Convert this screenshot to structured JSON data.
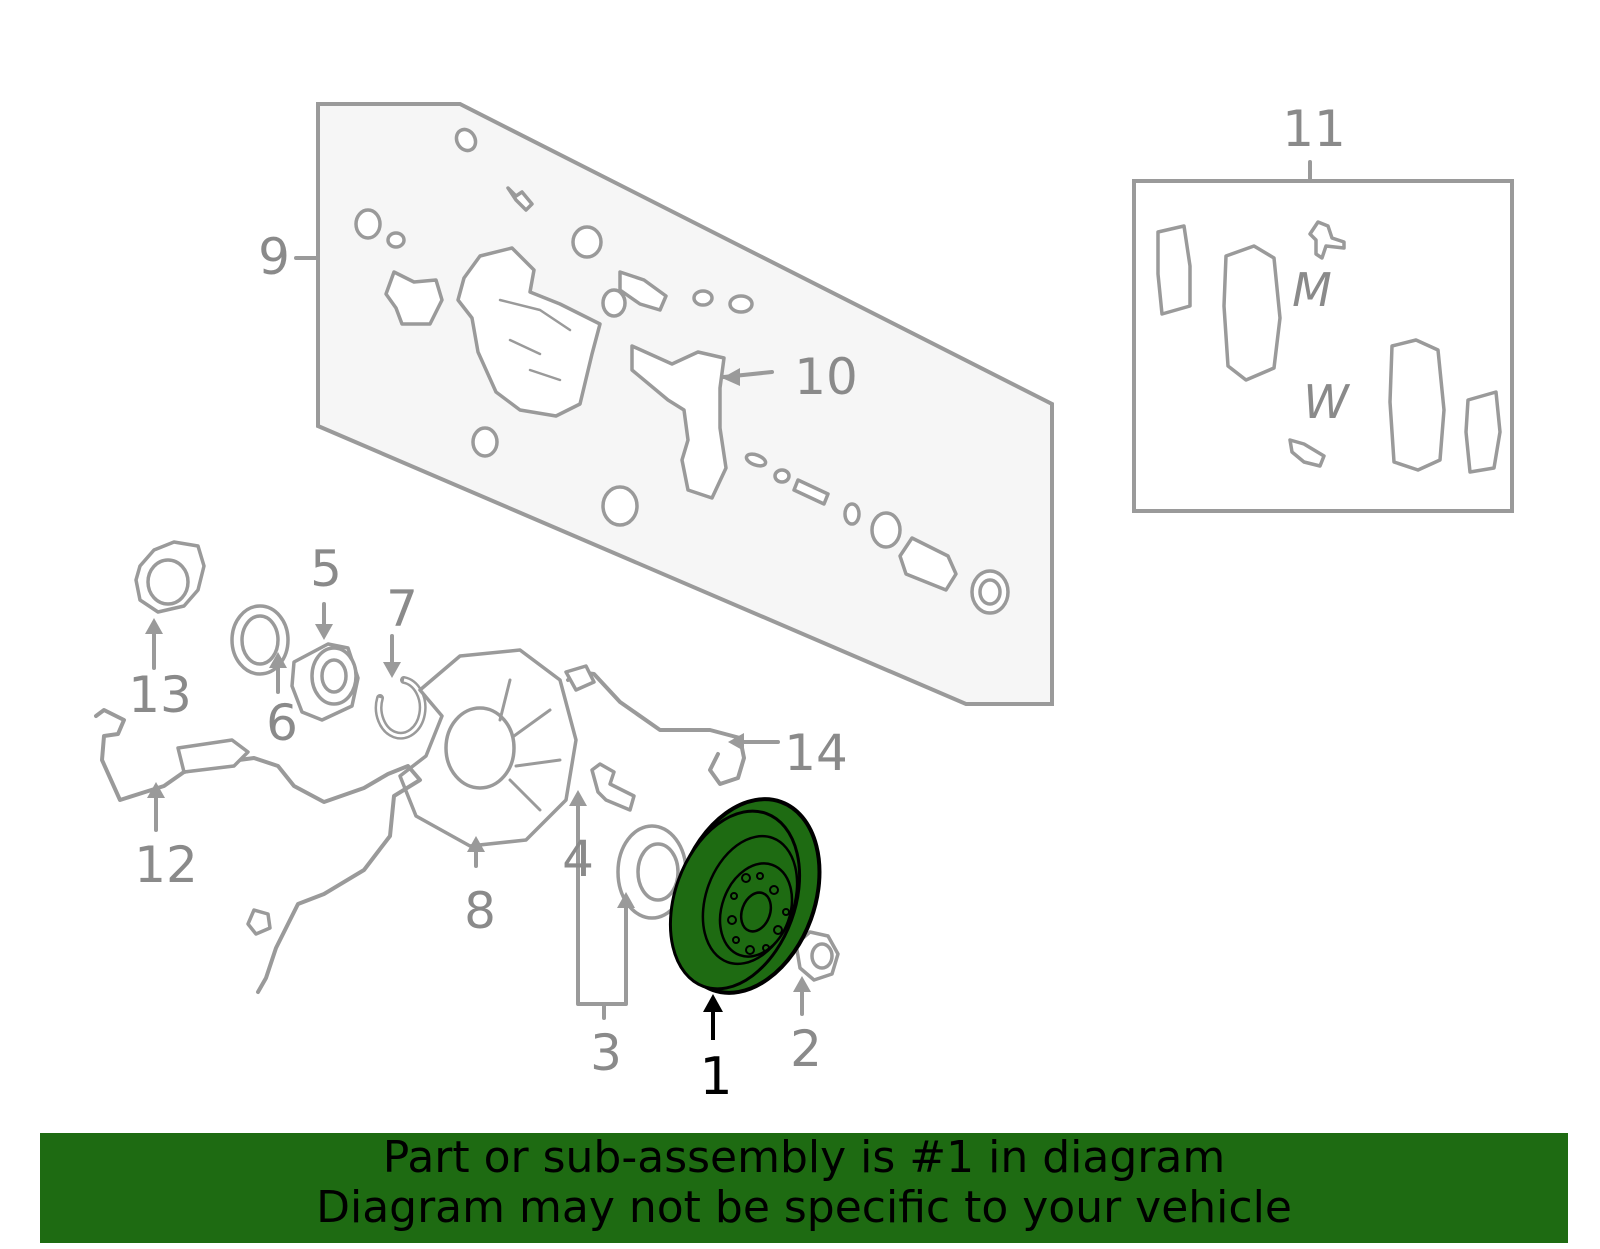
{
  "callouts": {
    "c1": "1",
    "c2": "2",
    "c3": "3",
    "c4": "4",
    "c5": "5",
    "c6": "6",
    "c7": "7",
    "c8": "8",
    "c9": "9",
    "c10": "10",
    "c11": "11",
    "c12": "12",
    "c13": "13",
    "c14": "14"
  },
  "pad_marks": {
    "m": "M",
    "w": "W"
  },
  "banner": {
    "line1": "Part or sub-assembly is #1 in diagram",
    "line2": "Diagram may not be specific to your vehicle",
    "color": "#1e6b12"
  },
  "highlight": {
    "part": "1",
    "color": "#1e6b12"
  }
}
